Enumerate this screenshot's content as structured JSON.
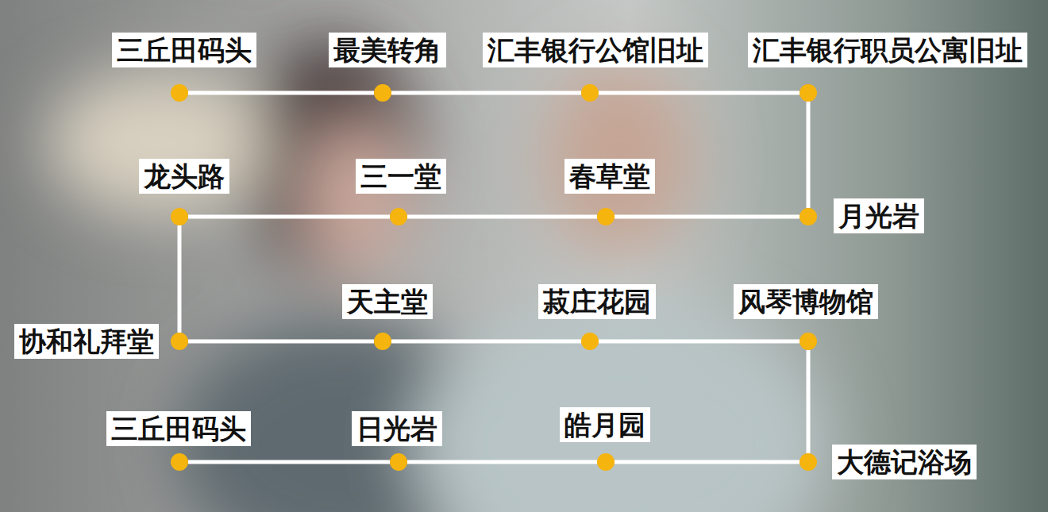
{
  "diagram": {
    "nodes": [
      {
        "text": [
          "三丘田码头"
        ]
      },
      {
        "text": [
          "最美转角"
        ]
      },
      {
        "text": [
          "汇丰银行公馆旧址"
        ]
      },
      {
        "text": [
          "汇丰银行职员公寓旧址"
        ]
      },
      {
        "text": [
          "龙头路"
        ]
      },
      {
        "text": [
          "三一堂"
        ]
      },
      {
        "text": [
          "春草堂"
        ]
      },
      {
        "text": [
          "月光岩"
        ]
      },
      {
        "text": [
          "协和礼拜堂"
        ]
      },
      {
        "text": [
          "天主堂"
        ]
      },
      {
        "text": [
          "菽庄花园"
        ]
      },
      {
        "text": [
          "风琴博物馆"
        ]
      },
      {
        "text": [
          "三丘田码头"
        ]
      },
      {
        "text": [
          "日光岩"
        ]
      },
      {
        "text": [
          "皓月园"
        ]
      },
      {
        "text": [
          "大德记浴场"
        ]
      }
    ],
    "edges": [
      {
        "from": 0,
        "to": 1,
        "arrow": "none"
      },
      {
        "from": 1,
        "to": 2,
        "arrow": "none"
      },
      {
        "from": 2,
        "to": 3,
        "arrow": "none"
      },
      {
        "from": 3,
        "to": 7,
        "arrow": "none"
      },
      {
        "from": 7,
        "to": 6,
        "arrow": "none"
      },
      {
        "from": 6,
        "to": 5,
        "arrow": "none"
      },
      {
        "from": 5,
        "to": 4,
        "arrow": "none"
      },
      {
        "from": 4,
        "to": 8,
        "arrow": "none"
      },
      {
        "from": 8,
        "to": 9,
        "arrow": "none"
      },
      {
        "from": 9,
        "to": 10,
        "arrow": "none"
      },
      {
        "from": 10,
        "to": 11,
        "arrow": "none"
      },
      {
        "from": 11,
        "to": 15,
        "arrow": "none"
      },
      {
        "from": 15,
        "to": 14,
        "arrow": "none"
      },
      {
        "from": 14,
        "to": 13,
        "arrow": "none"
      },
      {
        "from": 13,
        "to": 12,
        "arrow": "none"
      }
    ]
  }
}
